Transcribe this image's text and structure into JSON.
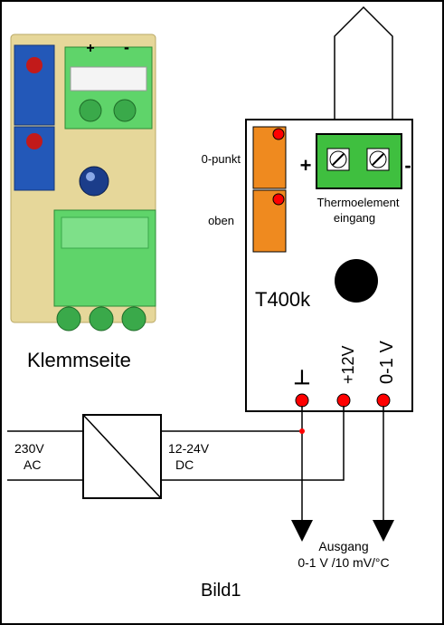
{
  "module": {
    "name": "T400k",
    "zero_label": "0-punkt",
    "top_label": "oben",
    "input_line1": "Thermoelement",
    "input_line2": "eingang",
    "plus_sign": "+",
    "minus_sign": "-",
    "ground_symbol": "⊥",
    "pin_12v": "+12V",
    "pin_out": "0-1 V"
  },
  "photo": {
    "caption": "Klemmseite",
    "plus_sign": "+",
    "minus_sign": "-"
  },
  "power_supply": {
    "input_line1": "230V",
    "input_line2": "AC",
    "output_line1": "12-24V",
    "output_line2": "DC"
  },
  "output": {
    "line1": "Ausgang",
    "line2": "0-1 V /10 mV/°C"
  },
  "figure_label": "Bild1",
  "colors": {
    "orange": "#ef8a1f",
    "terminal_green": "#3fbf3f",
    "red": "#ff0000",
    "board": "#e6d79a",
    "photo_terminal": "#5fd46a",
    "trimmer_blue": "#2358b8"
  }
}
